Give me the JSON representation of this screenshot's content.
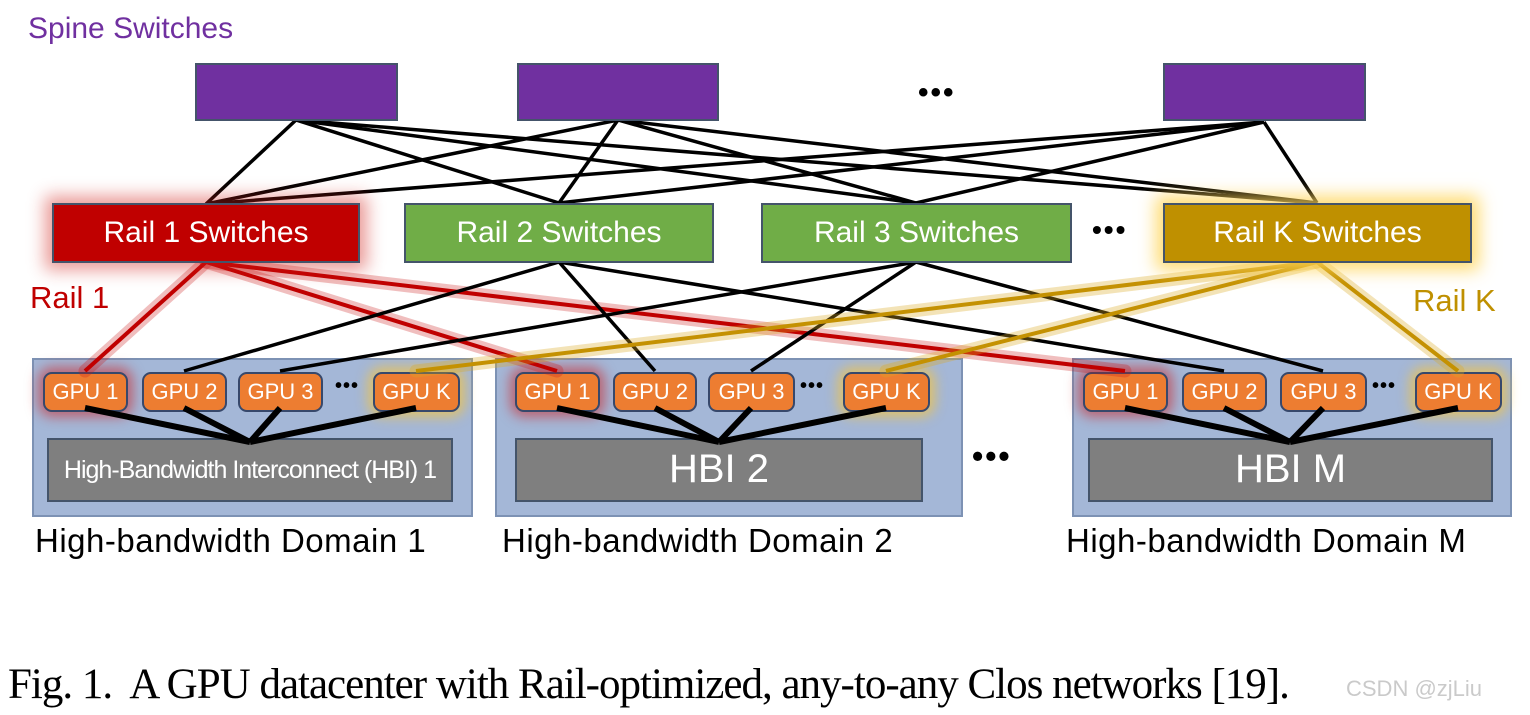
{
  "spine": {
    "label": "Spine Switches",
    "ellipsis": "•••"
  },
  "rails": {
    "switches": [
      {
        "label": "Rail 1 Switches",
        "color": "#C00000"
      },
      {
        "label": "Rail 2 Switches",
        "color": "#70AD47"
      },
      {
        "label": "Rail 3 Switches",
        "color": "#70AD47"
      },
      {
        "label": "Rail K Switches",
        "color": "#BF9000"
      }
    ],
    "ellipsis": "•••",
    "left_tag": "Rail 1",
    "right_tag": "Rail K"
  },
  "domains": {
    "items": [
      {
        "gpus": [
          "GPU 1",
          "GPU 2",
          "GPU 3",
          "GPU K"
        ],
        "ellipsis": "•••",
        "hbi": "High-Bandwidth Interconnect (HBI) 1",
        "label": "High-bandwidth Domain 1"
      },
      {
        "gpus": [
          "GPU 1",
          "GPU 2",
          "GPU 3",
          "GPU K"
        ],
        "ellipsis": "•••",
        "hbi": "HBI 2",
        "label": "High-bandwidth Domain 2"
      },
      {
        "gpus": [
          "GPU 1",
          "GPU 2",
          "GPU 3",
          "GPU K"
        ],
        "ellipsis": "•••",
        "hbi": "HBI M",
        "label": "High-bandwidth Domain M"
      }
    ],
    "ellipsis": "•••"
  },
  "caption": "Fig. 1.  A GPU datacenter with Rail-optimized, any-to-any Clos networks [19].",
  "watermark": "CSDN @zjLiu",
  "colors": {
    "spine_purple": "#7030A0",
    "rail1_red": "#C00000",
    "rail_green": "#70AD47",
    "railk_gold": "#BF9000",
    "gpu_orange": "#ED7D31",
    "hbi_gray": "#7F7F7F",
    "domain_bg": "#A4B7D7",
    "box_border": "#44546A",
    "line_black": "#000000"
  }
}
